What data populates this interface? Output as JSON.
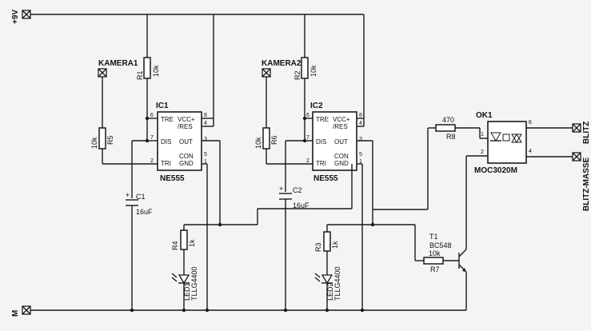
{
  "rails": {
    "supply": "+9V",
    "ground": "M"
  },
  "cameras": {
    "cam1": "KAMERA1",
    "cam2": "KAMERA2"
  },
  "resistors": {
    "r1": {
      "name": "R1",
      "value": "10k"
    },
    "r2": {
      "name": "R2",
      "value": "10k"
    },
    "r5": {
      "name": "R5",
      "value": "10k"
    },
    "r6": {
      "name": "R6",
      "value": "10k"
    },
    "r4": {
      "name": "R4",
      "value": "1k"
    },
    "r3": {
      "name": "R3",
      "value": "1k"
    },
    "r7": {
      "name": "R7",
      "value": "10k"
    },
    "r8": {
      "name": "R8",
      "value": "470"
    }
  },
  "ics": {
    "ic1": {
      "name": "IC1",
      "part": "NE555"
    },
    "ic2": {
      "name": "IC2",
      "part": "NE555"
    },
    "pins_left": [
      "TRE",
      "DIS",
      "TRI"
    ],
    "pins_right": [
      "VCC+",
      "/RES",
      "OUT",
      "CON",
      "GND"
    ],
    "pin_numbers": {
      "tre": "6",
      "dis": "7",
      "tri": "2",
      "vcc": "8",
      "res": "4",
      "out": "3",
      "con": "5",
      "gnd": "1"
    }
  },
  "capacitors": {
    "c1": {
      "name": "C1",
      "value": "16uF"
    },
    "c2": {
      "name": "C2",
      "value": "16uF"
    },
    "polarity": "+"
  },
  "leds": {
    "led1": {
      "name": "LED1",
      "part": "TLLG4400"
    },
    "led2": {
      "name": "LED2",
      "part": "TLLG4400"
    }
  },
  "transistor": {
    "name": "T1",
    "part": "BC548"
  },
  "optocoupler": {
    "name": "OK1",
    "part": "MOC3020M",
    "pin1": "1",
    "pin2": "2",
    "pin6": "6",
    "pin4": "4"
  },
  "outputs": {
    "blitz": "BLITZ",
    "masse": "BLITZ-MASSE"
  }
}
